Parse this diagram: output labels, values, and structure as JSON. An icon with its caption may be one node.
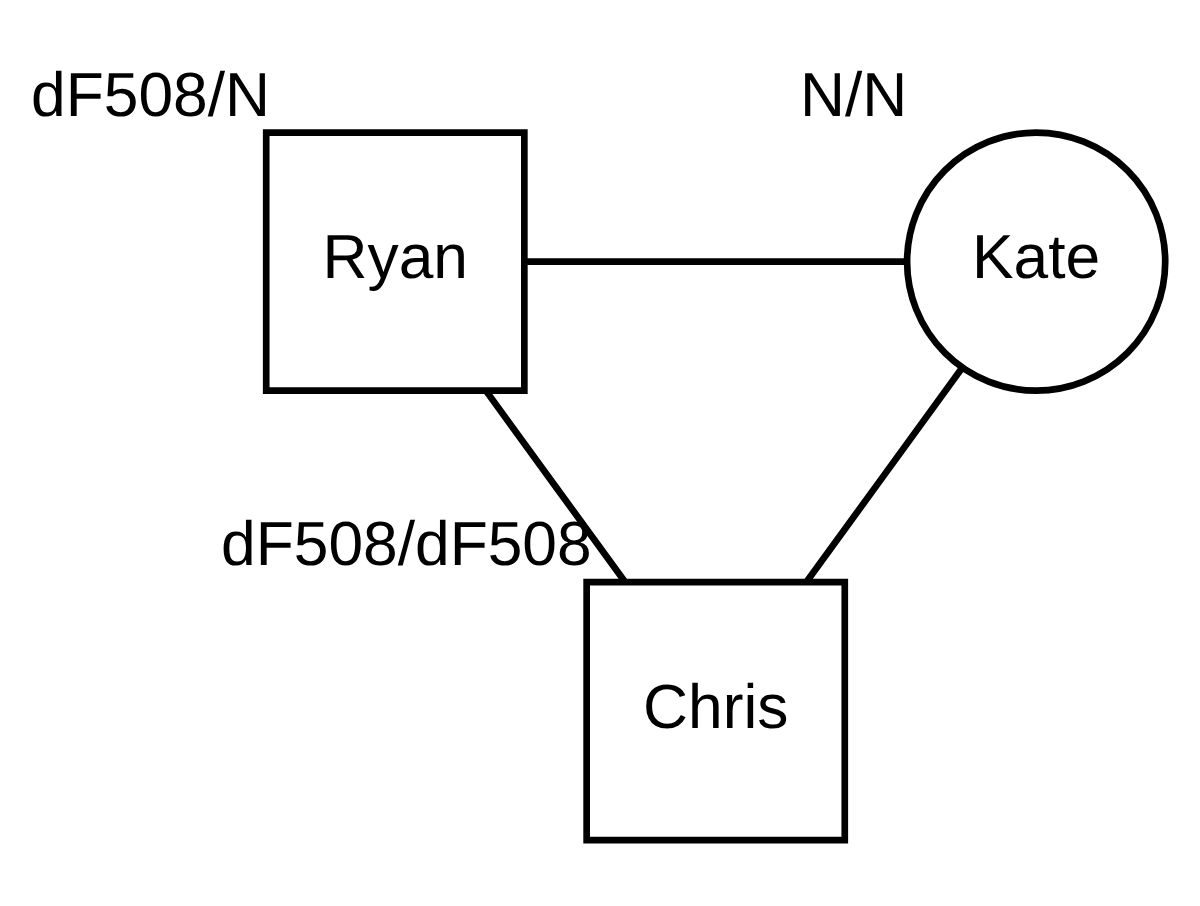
{
  "diagram": {
    "nodes": [
      {
        "text": [
          "Ryan"
        ],
        "beside": [
          "dF508/N"
        ]
      },
      {
        "text": [
          "Kate"
        ],
        "beside": [
          "N/N"
        ]
      },
      {
        "text": [
          "Chris"
        ],
        "beside": [
          "dF508/dF508"
        ]
      }
    ],
    "edges": [
      {
        "from": 0,
        "to": 1,
        "arrow": "none"
      },
      {
        "from": 0,
        "to": 2,
        "arrow": "none"
      },
      {
        "from": 1,
        "to": 2,
        "arrow": "none"
      }
    ]
  }
}
